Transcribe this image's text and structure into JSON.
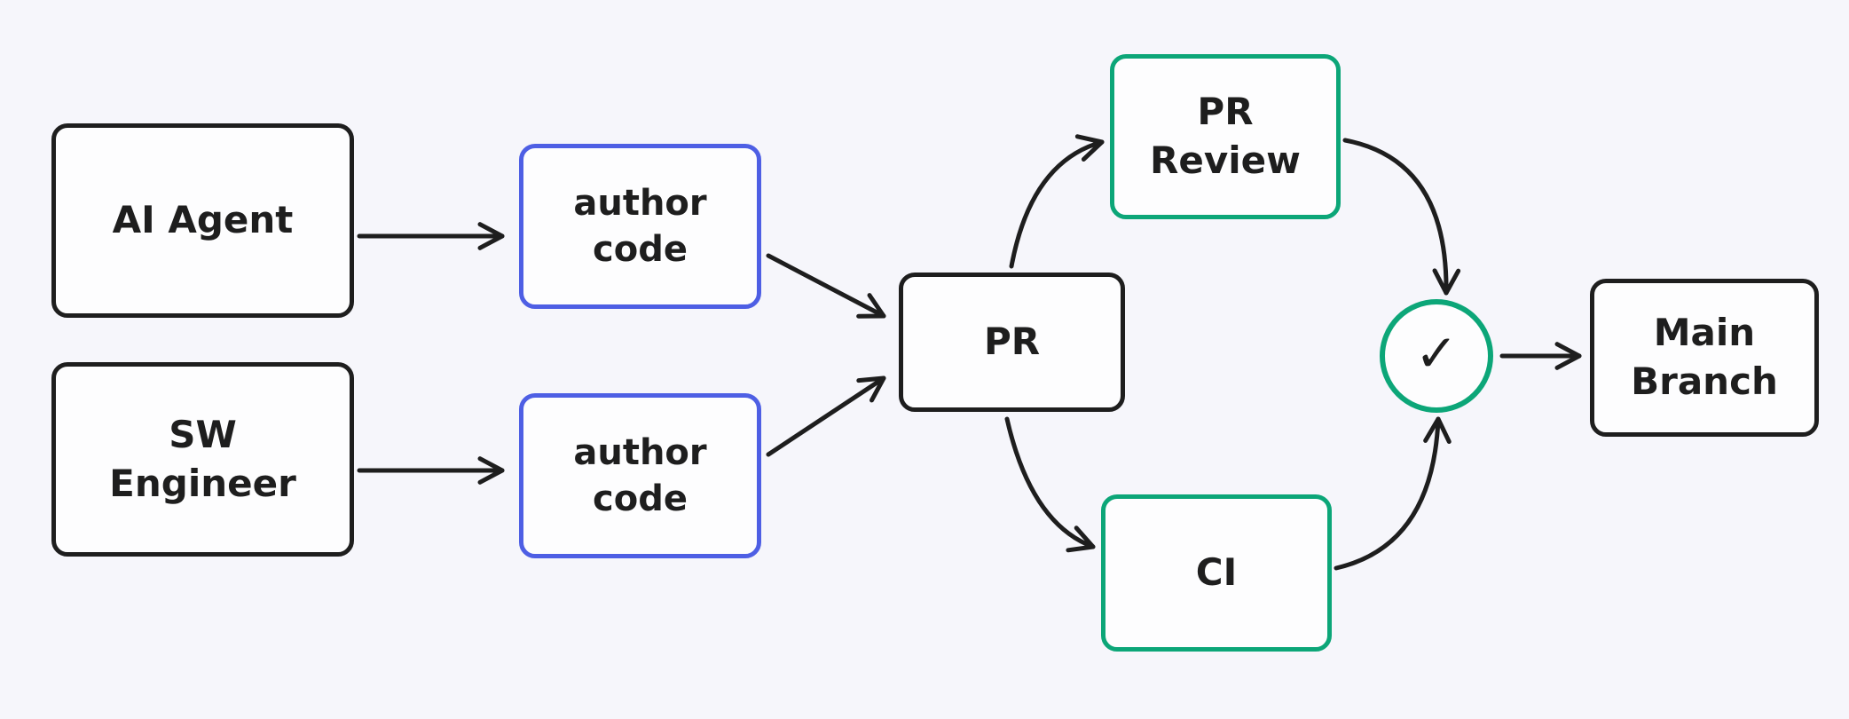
{
  "canvas": {
    "background_color": "#f6f6fb"
  },
  "colors": {
    "node_default_border": "#1e1e1e",
    "node_blue_border": "#4e5fe4",
    "node_green_border": "#0ca678",
    "arrow": "#1e1e1e"
  },
  "nodes": {
    "ai_agent": {
      "label": "AI Agent"
    },
    "sw_engineer": {
      "label": "SW\nEngineer"
    },
    "author_code_1": {
      "label": "author\ncode"
    },
    "author_code_2": {
      "label": "author\ncode"
    },
    "pr": {
      "label": "PR"
    },
    "pr_review": {
      "label": "PR\nReview"
    },
    "ci": {
      "label": "CI"
    },
    "check": {
      "icon": "✓"
    },
    "main_branch": {
      "label": "Main\nBranch"
    }
  },
  "edges": [
    {
      "from": "ai_agent",
      "to": "author_code_1"
    },
    {
      "from": "sw_engineer",
      "to": "author_code_2"
    },
    {
      "from": "author_code_1",
      "to": "pr"
    },
    {
      "from": "author_code_2",
      "to": "pr"
    },
    {
      "from": "pr",
      "to": "pr_review"
    },
    {
      "from": "pr",
      "to": "ci"
    },
    {
      "from": "pr_review",
      "to": "check"
    },
    {
      "from": "ci",
      "to": "check"
    },
    {
      "from": "check",
      "to": "main_branch"
    }
  ]
}
